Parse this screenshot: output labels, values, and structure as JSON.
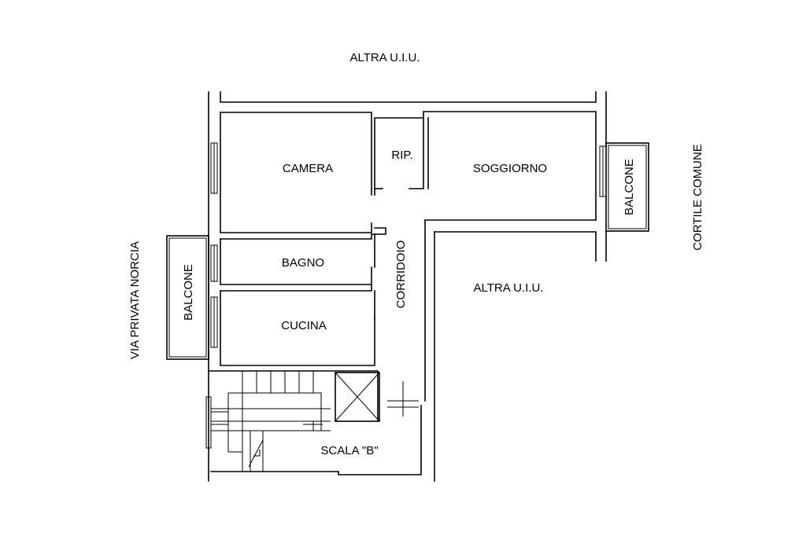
{
  "labels": {
    "north_neighbor": "ALTRA U.I.U.",
    "east_neighbor": "ALTRA U.I.U.",
    "street": "VIA PRIVATA NORCIA",
    "courtyard": "CORTILE COMUNE",
    "balcony_west": "BALCONE",
    "balcony_east": "BALCONE"
  },
  "rooms": {
    "camera": "CAMERA",
    "rip": "RIP.",
    "soggiorno": "SOGGIORNO",
    "bagno": "BAGNO",
    "cucina": "CUCINA",
    "corridoio": "CORRIDOIO",
    "scala": "SCALA \"B\""
  },
  "colors": {
    "line": "#000000",
    "background": "#ffffff"
  }
}
